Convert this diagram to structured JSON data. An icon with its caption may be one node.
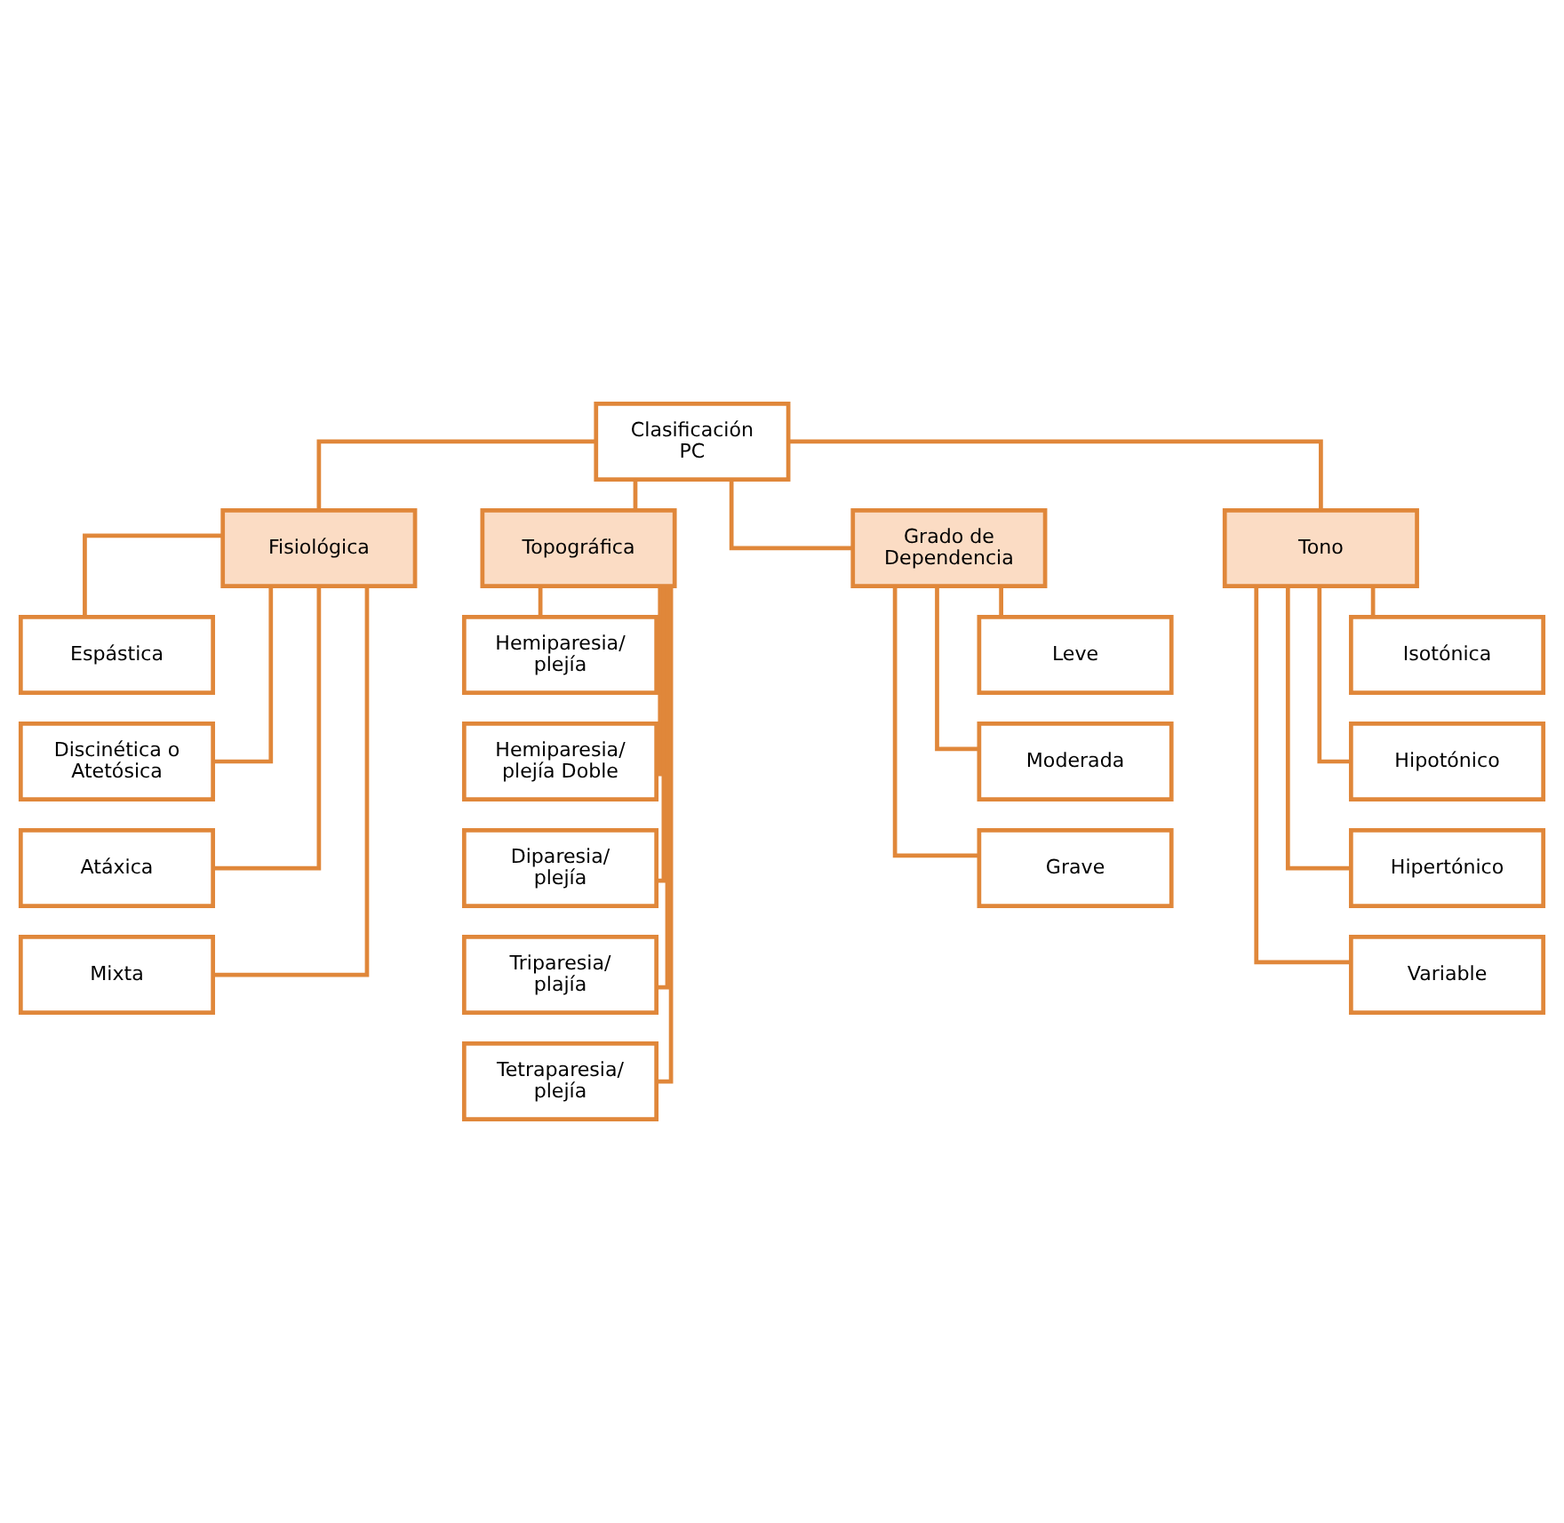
{
  "diagram": {
    "nodes": [
      {
        "text": [
          "Clasificación PC"
        ]
      },
      {
        "text": [
          "Fisiológica"
        ]
      },
      {
        "text": [
          "Topográfica"
        ]
      },
      {
        "text": [
          "Grado de Dependencia"
        ]
      },
      {
        "text": [
          "Tono"
        ]
      },
      {
        "text": [
          "Espástica"
        ]
      },
      {
        "text": [
          "Discinética o Atetósica"
        ]
      },
      {
        "text": [
          "Atáxica"
        ]
      },
      {
        "text": [
          "Mixta"
        ]
      },
      {
        "text": [
          "Hemiparesia/ plejía"
        ]
      },
      {
        "text": [
          "Hemiparesia/ plejía Doble"
        ]
      },
      {
        "text": [
          "Diparesia/ plejía"
        ]
      },
      {
        "text": [
          "Triparesia/ plajía"
        ]
      },
      {
        "text": [
          "Tetraparesia/ plejía"
        ]
      },
      {
        "text": [
          "Leve"
        ]
      },
      {
        "text": [
          "Moderada"
        ]
      },
      {
        "text": [
          "Grave"
        ]
      },
      {
        "text": [
          "Isotónica"
        ]
      },
      {
        "text": [
          "Hipotónico"
        ]
      },
      {
        "text": [
          "Hipertónico"
        ]
      },
      {
        "text": [
          "Variable"
        ]
      }
    ],
    "edges": [
      {
        "from": 0,
        "to": 1,
        "arrow": "none"
      },
      {
        "from": 0,
        "to": 2,
        "arrow": "none"
      },
      {
        "from": 0,
        "to": 3,
        "arrow": "none"
      },
      {
        "from": 0,
        "to": 4,
        "arrow": "none"
      },
      {
        "from": 1,
        "to": 5,
        "arrow": "none"
      },
      {
        "from": 1,
        "to": 6,
        "arrow": "none"
      },
      {
        "from": 1,
        "to": 7,
        "arrow": "none"
      },
      {
        "from": 1,
        "to": 8,
        "arrow": "none"
      },
      {
        "from": 2,
        "to": 9,
        "arrow": "none"
      },
      {
        "from": 2,
        "to": 10,
        "arrow": "none"
      },
      {
        "from": 2,
        "to": 11,
        "arrow": "none"
      },
      {
        "from": 2,
        "to": 12,
        "arrow": "none"
      },
      {
        "from": 2,
        "to": 13,
        "arrow": "none"
      },
      {
        "from": 3,
        "to": 14,
        "arrow": "none"
      },
      {
        "from": 3,
        "to": 15,
        "arrow": "none"
      },
      {
        "from": 3,
        "to": 16,
        "arrow": "none"
      },
      {
        "from": 4,
        "to": 17,
        "arrow": "none"
      },
      {
        "from": 4,
        "to": 18,
        "arrow": "none"
      },
      {
        "from": 4,
        "to": 19,
        "arrow": "none"
      },
      {
        "from": 4,
        "to": 20,
        "arrow": "none"
      }
    ]
  }
}
